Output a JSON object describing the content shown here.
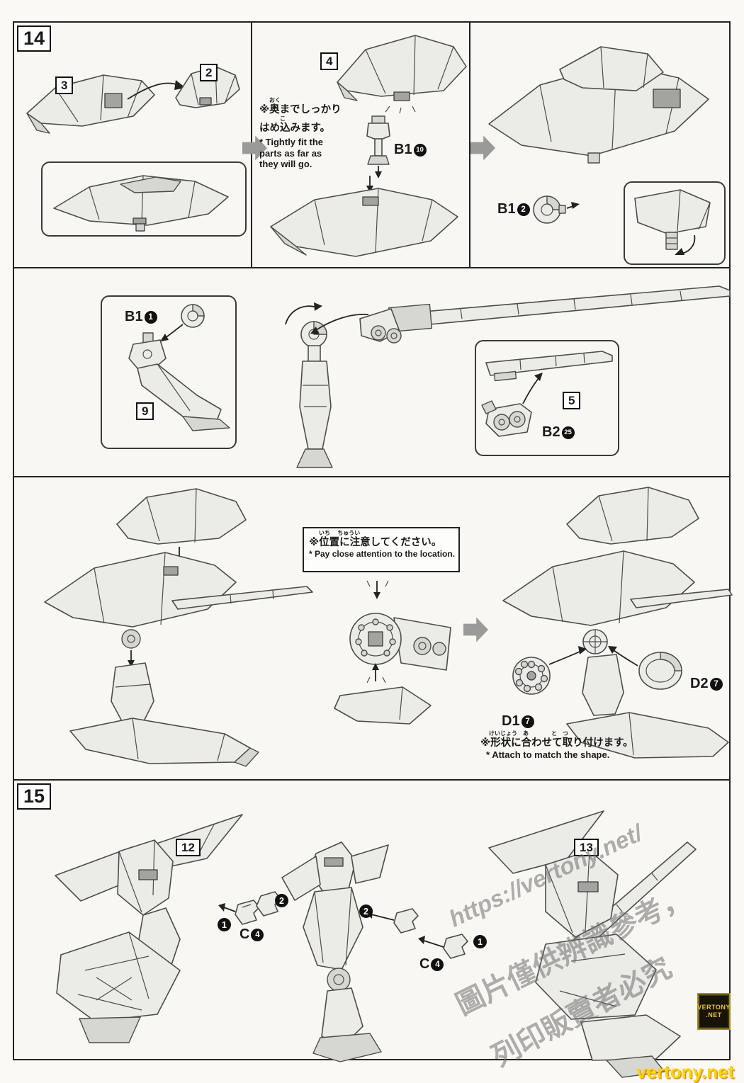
{
  "page": {
    "footer_site": "vertony.net",
    "badge": {
      "line1": "VERTONY",
      "line2": ".NET"
    },
    "watermarks": {
      "url": "https://vertony.net/",
      "cn1": "圖片僅供辨識參考，",
      "cn2": "列印販賣者必究"
    }
  },
  "step14": {
    "number": "14",
    "panelA": {
      "part3": "3",
      "part2": "2"
    },
    "panelB": {
      "part4": "4",
      "note": {
        "furigana_oku": "おく",
        "furigana_ko": "こ",
        "jp1": "※奥までしっかり",
        "jp2": "はめ込みます。",
        "en1": "* Tightly fit the",
        "en2": "parts as far as",
        "en3": "they will go."
      },
      "part_b1": {
        "code": "B1",
        "num": "10"
      }
    },
    "panelC": {
      "part_b1": {
        "code": "B1",
        "num": "2"
      }
    }
  },
  "row2": {
    "left_box": {
      "part_b1": {
        "code": "B1",
        "num": "1"
      },
      "part9": "9"
    },
    "right_box": {
      "part5": "5",
      "part_b2": {
        "code": "B2",
        "num": "25"
      }
    }
  },
  "row3": {
    "location_note": {
      "furigana": "いち　 ちゅうい",
      "jp": "※位置に注意してください。",
      "en": "* Pay close attention to the location."
    },
    "part_d1": {
      "code": "D1",
      "num": "7"
    },
    "part_d2": {
      "code": "D2",
      "num": "7"
    },
    "shape_note": {
      "furigana": "けいじょう　あ　　　　と　つ",
      "jp": "※形状に合わせて取り付けます。",
      "en": "* Attach to match the shape."
    }
  },
  "step15": {
    "number": "15",
    "part12": "12",
    "part13": "13",
    "part_c4_a": {
      "code": "C",
      "num": "4"
    },
    "part_c4_b": {
      "code": "C",
      "num": "4"
    },
    "callouts": {
      "c1": "1",
      "c2": "2"
    }
  }
}
